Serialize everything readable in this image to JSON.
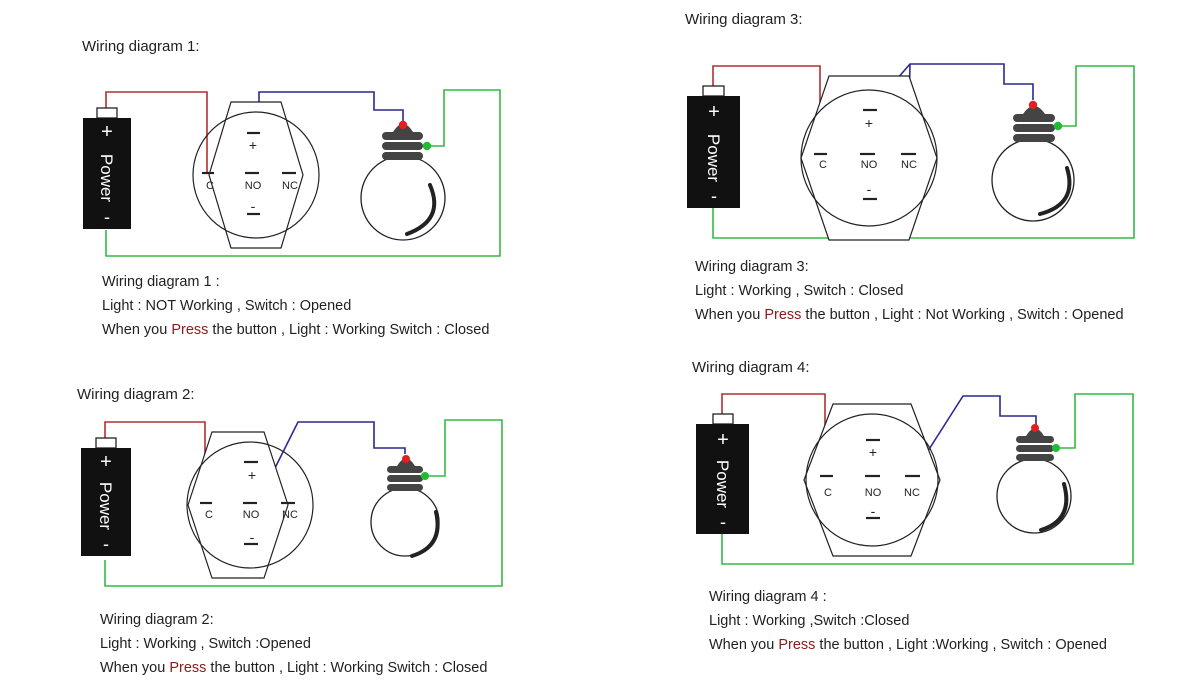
{
  "colors": {
    "red_wire": "#b03030",
    "blue_wire": "#2a2a8c",
    "green_wire": "#33bb44",
    "battery": "#111111",
    "lamp_base": "#444444",
    "press_text": "#8b1a1a"
  },
  "battery_labels": {
    "plus": "+",
    "word": "Power",
    "minus": "-"
  },
  "switch_labels": {
    "c": "C",
    "no": "NO",
    "nc": "NC",
    "plus": "+",
    "minus": "-"
  },
  "diagrams": [
    {
      "title": "Wiring diagram 1:",
      "desc": {
        "line1": "Wiring diagram 1 :",
        "line2": "Light :  NOT Working , Switch : Opened",
        "line3_pre": "When you ",
        "press": "Press",
        "line3_post": " the button , Light : Working  Switch : Closed"
      }
    },
    {
      "title": "Wiring diagram 2:",
      "desc": {
        "line1": "Wiring diagram 2:",
        "line2": "Light : Working , Switch :Opened",
        "line3_pre": "When you ",
        "press": "Press",
        "line3_post": " the button , Light : Working Switch : Closed"
      }
    },
    {
      "title": "Wiring diagram 3:",
      "desc": {
        "line1": "Wiring diagram 3:",
        "line2": "Light :  Working , Switch : Closed",
        "line3_pre": "When you ",
        "press": "Press",
        "line3_post": " the button , Light : Not Working , Switch : Opened"
      }
    },
    {
      "title": "Wiring diagram 4:",
      "desc": {
        "line1": "Wiring diagram 4 :",
        "line2": "Light : Working ,Switch :Closed",
        "line3_pre": "When you ",
        "press": "Press",
        "line3_post": " the button , Light :Working , Switch : Opened"
      }
    }
  ]
}
